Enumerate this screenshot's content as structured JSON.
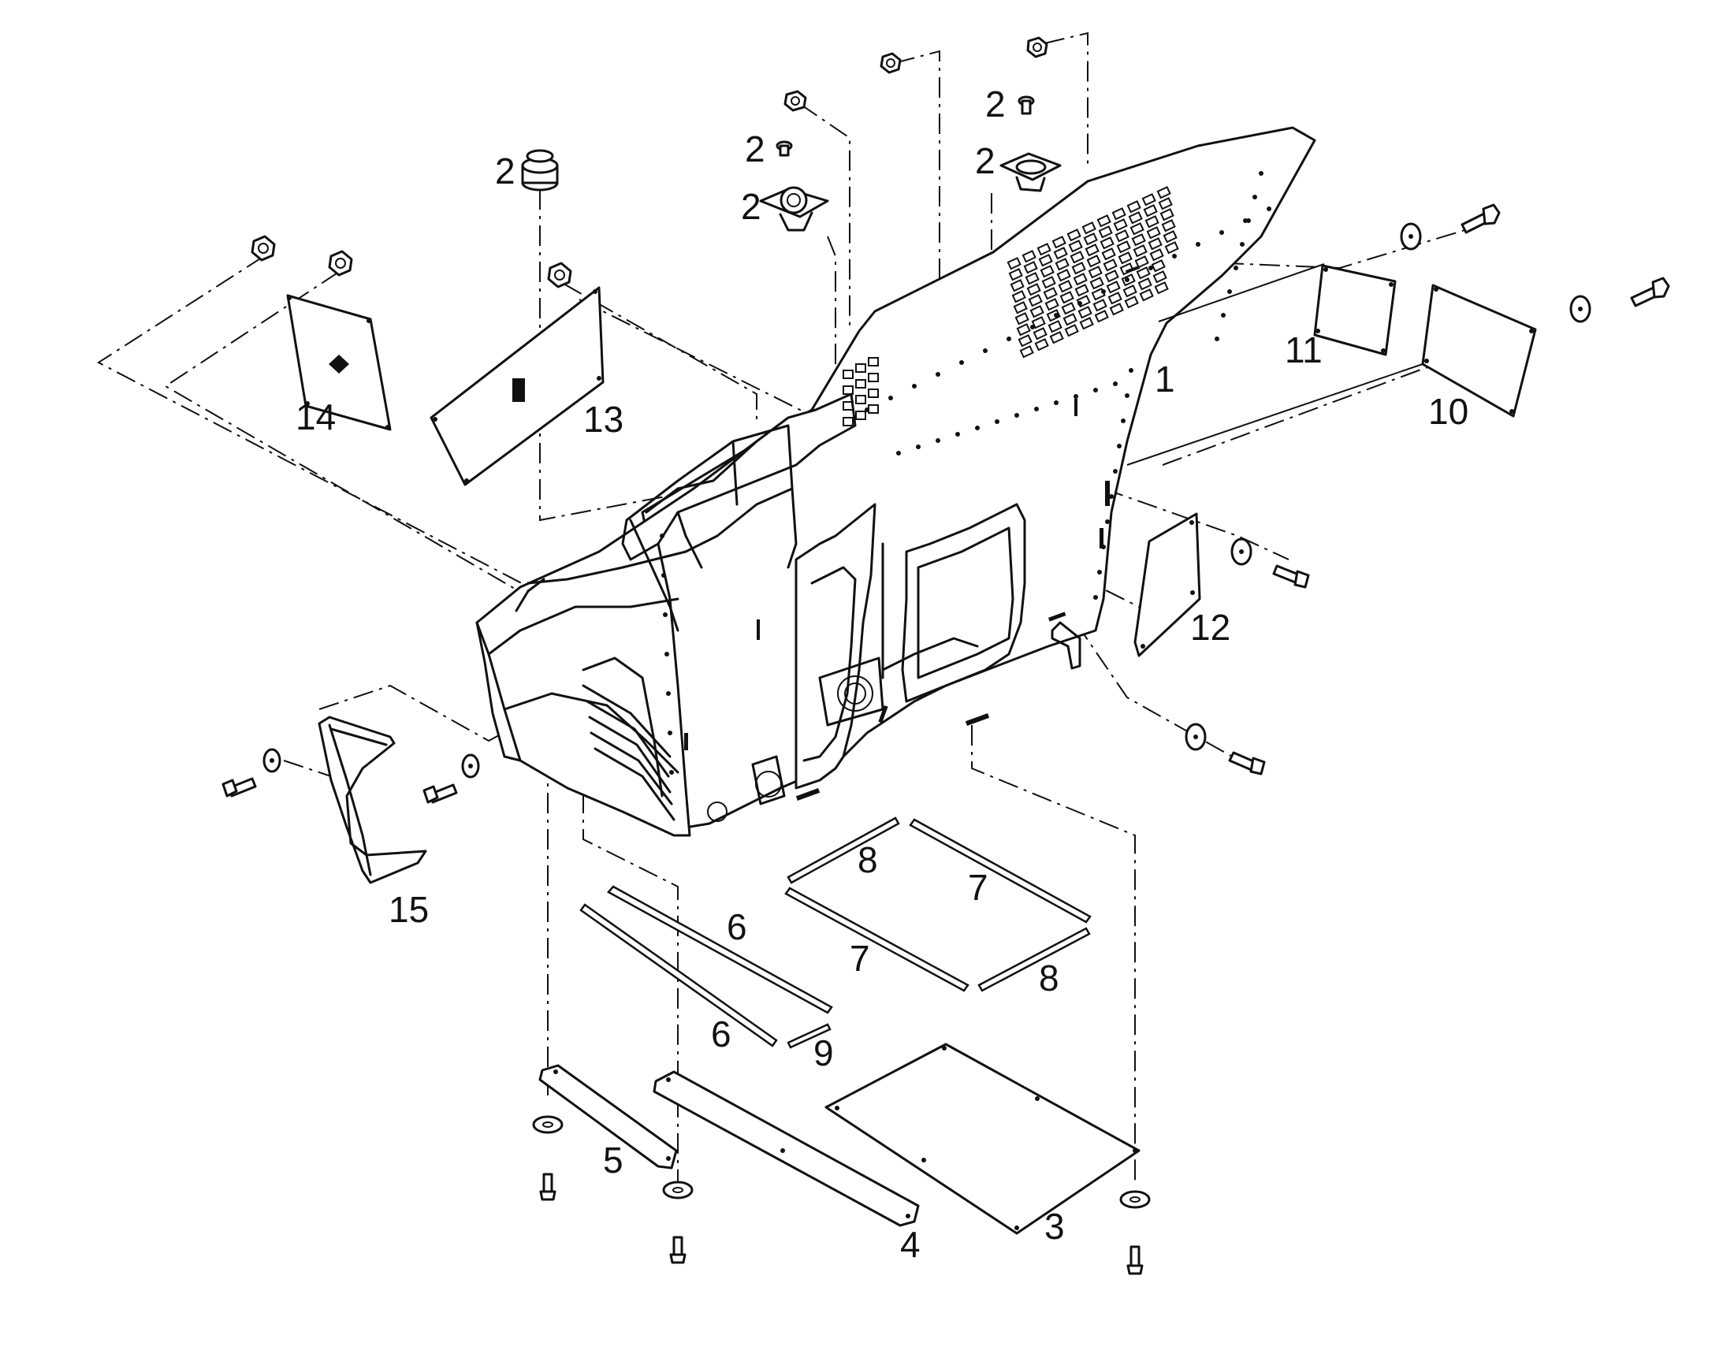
{
  "diagram": {
    "labels": {
      "l1": "1",
      "l2a": "2",
      "l2b": "2",
      "l2c": "2",
      "l2d": "2",
      "l2e": "2",
      "l3": "3",
      "l4": "4",
      "l5": "5",
      "l6a": "6",
      "l6b": "6",
      "l7a": "7",
      "l7b": "7",
      "l8a": "8",
      "l8b": "8",
      "l9": "9",
      "l10": "10",
      "l11": "11",
      "l12": "12",
      "l13": "13",
      "l14": "14",
      "l15": "15"
    }
  }
}
